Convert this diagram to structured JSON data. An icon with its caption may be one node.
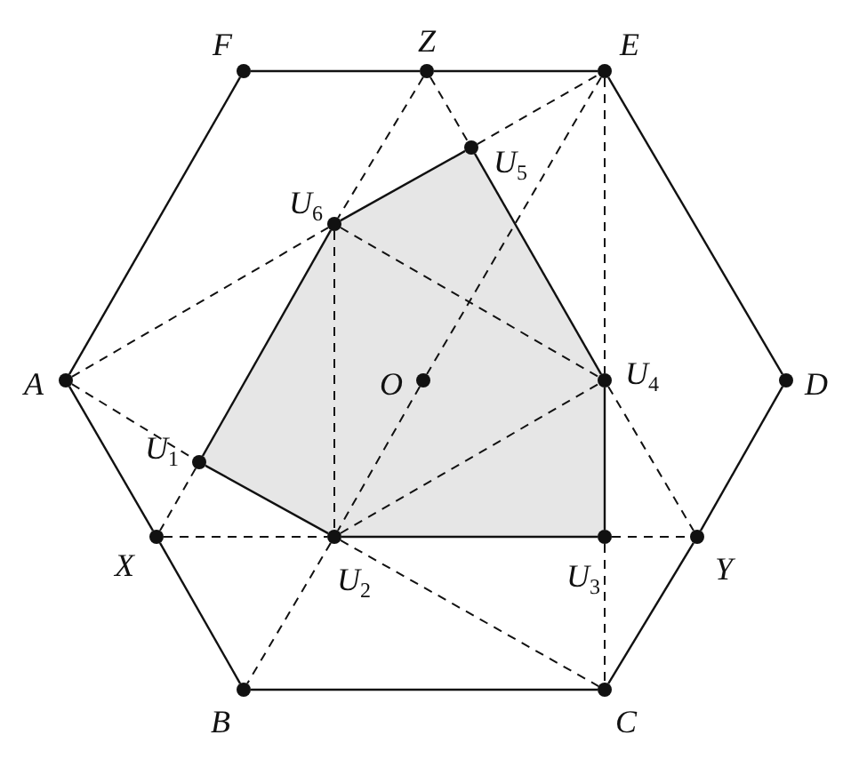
{
  "diagram": {
    "nodes": [
      {
        "text": [
          "F"
        ]
      },
      {
        "text": [
          "Z"
        ]
      },
      {
        "text": [
          "E"
        ]
      },
      {
        "text": [
          "U$_{5}$"
        ]
      },
      {
        "text": [
          "U$_{6}$"
        ]
      },
      {
        "text": [
          "A"
        ]
      },
      {
        "text": [
          "O"
        ]
      },
      {
        "text": [
          "U$_{4}$"
        ]
      },
      {
        "text": [
          "D"
        ]
      },
      {
        "text": [
          "U$_{1}$"
        ]
      },
      {
        "text": [
          "X"
        ]
      },
      {
        "text": [
          "U$_{2}$"
        ]
      },
      {
        "text": [
          "U$_{3}$"
        ]
      },
      {
        "text": [
          "Y"
        ]
      },
      {
        "text": [
          "B"
        ]
      },
      {
        "text": [
          "C"
        ]
      }
    ],
    "edges": [
      {
        "from": 0,
        "to": 1,
        "arrow": "none"
      },
      {
        "from": 1,
        "to": 2,
        "arrow": "none"
      },
      {
        "from": 2,
        "to": 8,
        "arrow": "none"
      },
      {
        "from": 8,
        "to": 13,
        "arrow": "none"
      },
      {
        "from": 13,
        "to": 15,
        "arrow": "none"
      },
      {
        "from": 15,
        "to": 14,
        "arrow": "none"
      },
      {
        "from": 14,
        "to": 10,
        "arrow": "none"
      },
      {
        "from": 10,
        "to": 5,
        "arrow": "none"
      },
      {
        "from": 5,
        "to": 0,
        "arrow": "none"
      },
      {
        "from": 9,
        "to": 4,
        "arrow": "none"
      },
      {
        "from": 4,
        "to": 3,
        "arrow": "none"
      },
      {
        "from": 3,
        "to": 7,
        "arrow": "none"
      },
      {
        "from": 7,
        "to": 12,
        "arrow": "none"
      },
      {
        "from": 12,
        "to": 11,
        "arrow": "none"
      },
      {
        "from": 11,
        "to": 9,
        "arrow": "none"
      },
      {
        "from": 1,
        "to": 4,
        "arrow": "none",
        "style": "dashed"
      },
      {
        "from": 9,
        "to": 10,
        "arrow": "none",
        "style": "dashed"
      },
      {
        "from": 1,
        "to": 3,
        "arrow": "none",
        "style": "dashed"
      },
      {
        "from": 7,
        "to": 13,
        "arrow": "none",
        "style": "dashed"
      },
      {
        "from": 5,
        "to": 4,
        "arrow": "none",
        "style": "dashed"
      },
      {
        "from": 3,
        "to": 2,
        "arrow": "none",
        "style": "dashed"
      },
      {
        "from": 5,
        "to": 9,
        "arrow": "none",
        "style": "dashed"
      },
      {
        "from": 11,
        "to": 15,
        "arrow": "none",
        "style": "dashed"
      },
      {
        "from": 2,
        "to": 6,
        "arrow": "none",
        "style": "dashed"
      },
      {
        "from": 6,
        "to": 11,
        "arrow": "none",
        "style": "dashed"
      },
      {
        "from": 11,
        "to": 14,
        "arrow": "none",
        "style": "dashed"
      },
      {
        "from": 4,
        "to": 11,
        "arrow": "none",
        "style": "dashed"
      },
      {
        "from": 4,
        "to": 7,
        "arrow": "none",
        "style": "dashed"
      },
      {
        "from": 11,
        "to": 7,
        "arrow": "none",
        "style": "dashed"
      },
      {
        "from": 10,
        "to": 11,
        "arrow": "none",
        "style": "dashed"
      },
      {
        "from": 12,
        "to": 13,
        "arrow": "none",
        "style": "dashed"
      },
      {
        "from": 2,
        "to": 7,
        "arrow": "none",
        "style": "dashed"
      },
      {
        "from": 12,
        "to": 15,
        "arrow": "none",
        "style": "dashed"
      }
    ]
  }
}
